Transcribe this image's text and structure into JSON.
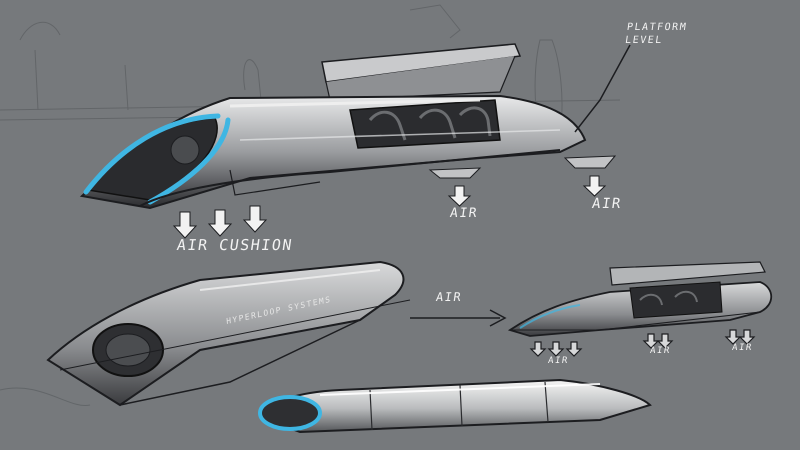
{
  "labels": {
    "air_cushion": "AIR CUSHION",
    "air_1": "AIR",
    "air_2": "AIR",
    "platform_level": "PLATFORM LEVEL",
    "air_left": "AIR",
    "air_small_1": "AIR",
    "air_small_2": "AIR",
    "air_small_3": "AIR",
    "brand": "HYPERLOOP SYSTEMS"
  },
  "colors": {
    "background": "#76797c",
    "accent_blue": "#3fb6e3",
    "ink": "#1c1d20",
    "highlight": "#f0f0f0"
  }
}
